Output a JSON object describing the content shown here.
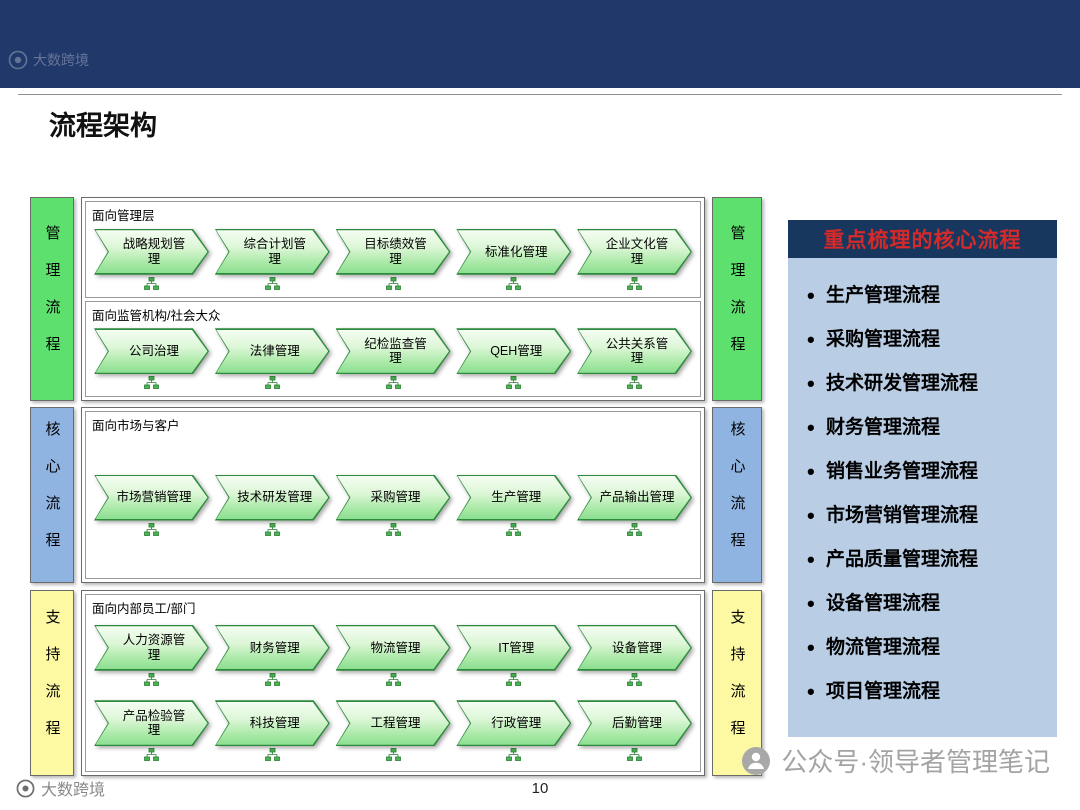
{
  "page": {
    "title": "流程架构",
    "page_number": "10"
  },
  "watermarks": {
    "top_left": "大数跨境",
    "bottom_left": "大数跨境",
    "bottom_right": "公众号·领导者管理笔记"
  },
  "diagram": {
    "bands": [
      {
        "id": "management",
        "side_label": "管理流程",
        "color": "#5ee06e",
        "sections": [
          {
            "title": "面向管理层",
            "rows": [
              [
                "战略规划管理",
                "综合计划管理",
                "目标绩效管理",
                "标准化管理",
                "企业文化管理"
              ]
            ]
          },
          {
            "title": "面向监管机构/社会大众",
            "rows": [
              [
                "公司治理",
                "法律管理",
                "纪检监查管理",
                "QEH管理",
                "公共关系管理"
              ]
            ]
          }
        ]
      },
      {
        "id": "core",
        "side_label": "核心流程",
        "color": "#8fb4e2",
        "sections": [
          {
            "title": "面向市场与客户",
            "rows": [
              [
                "市场营销管理",
                "技术研发管理",
                "采购管理",
                "生产管理",
                "产品输出管理"
              ]
            ]
          }
        ]
      },
      {
        "id": "support",
        "side_label": "支持流程",
        "color": "#fdf9a3",
        "sections": [
          {
            "title": "面向内部员工/部门",
            "rows": [
              [
                "人力资源管理",
                "财务管理",
                "物流管理",
                "IT管理",
                "设备管理"
              ],
              [
                "产品检验管理",
                "科技管理",
                "工程管理",
                "行政管理",
                "后勤管理"
              ]
            ]
          }
        ]
      }
    ]
  },
  "panel": {
    "title": "重点梳理的核心流程",
    "header_bg": "#17375e",
    "header_color": "#d42a2a",
    "body_bg": "#b9cde5",
    "items": [
      "生产管理流程",
      "采购管理流程",
      "技术研发管理流程",
      "财务管理流程",
      "销售业务管理流程",
      "市场营销管理流程",
      "产品质量管理流程",
      "设备管理流程",
      "物流管理流程",
      "项目管理流程"
    ]
  }
}
